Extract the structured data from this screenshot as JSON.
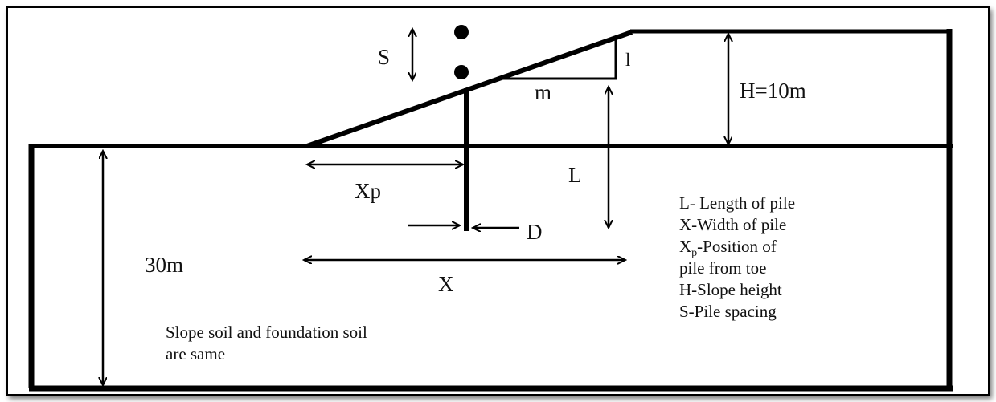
{
  "labels": {
    "spacing_symbol": "S",
    "rise_symbol": "l",
    "run_symbol": "m",
    "slope_height": "H=10m",
    "pile_length_symbol": "L",
    "pile_position_symbol": "Xp",
    "pile_diameter_symbol": "D",
    "width_symbol": "X",
    "foundation_depth": "30m"
  },
  "legend": {
    "items": [
      {
        "text": "L- Length of  pile"
      },
      {
        "text": "X-Width of pile"
      },
      {
        "text_main": "X",
        "text_sub": "p",
        "text_rest": "-Position of"
      },
      {
        "text": "pile from toe"
      },
      {
        "text": "H-Slope height"
      },
      {
        "text": "S-Pile spacing"
      }
    ]
  },
  "note": {
    "line1": "Slope soil and foundation soil",
    "line2": "are same"
  }
}
